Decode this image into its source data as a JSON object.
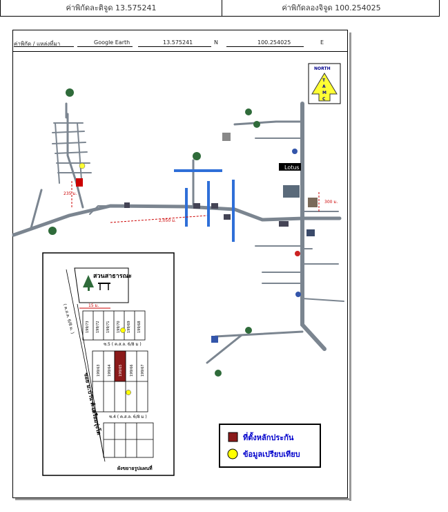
{
  "header": {
    "lat_label": "ค่าพิกัดละติจูด 13.575241",
    "lon_label": "ค่าพิกัดลองจิจูด 100.254025"
  },
  "map_header": {
    "coord_title": "ค่าพิกัด / แหล่งที่มา",
    "source": "Google Earth",
    "lat_value": "13.575241",
    "lat_dir": "N",
    "lon_value": "100.254025",
    "lon_dir": "E"
  },
  "compass": {
    "label": "NORTH",
    "letters": [
      "T",
      "A",
      "M",
      "C"
    ],
    "arrow_color": "#ffff33"
  },
  "distances": {
    "left": "235 ม.",
    "middle": "2,050 ม.",
    "right": "300 ม."
  },
  "places": {
    "lotus": "Lotus"
  },
  "inset": {
    "park_label": "สวนสาธารณะ",
    "width_label": "15 ม.",
    "road_left": "( ค.ส.ล. 6/8 ม. )",
    "road_5": "ซ.5 ( ค.ส.ล. 6/8 ม )",
    "road_4": "ซ.4 ( ค.ส.ล. 6/8 ม )",
    "main_road": "ซอย ม.บ้าน คิ เตรียมรุ่งโต",
    "plots_top": [
      "199/73",
      "199/72",
      "199/71",
      "199/70",
      "199/69",
      "199/68"
    ],
    "plots_mid": [
      "199/63",
      "199/64",
      "199/65",
      "199/66",
      "199/67"
    ],
    "footer": "ผังขยายรูปแผนที่"
  },
  "legend": {
    "items": [
      {
        "label": "ที่ตั้งหลักประกัน",
        "color": "#8b1a1a"
      },
      {
        "label": "ข้อมูลเปรียบเทียบ",
        "color": "#ffff00"
      }
    ]
  },
  "colors": {
    "road": "#7b8590",
    "water": "#2f6fd8",
    "distance_line": "#cc0000"
  }
}
